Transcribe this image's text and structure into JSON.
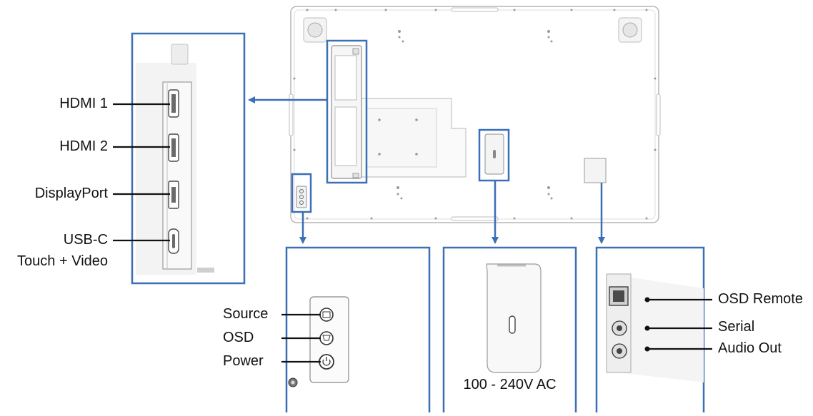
{
  "colors": {
    "callout_blue": "#3b6fb6",
    "outline_gray": "#b5b5b5",
    "panel_gray": "#f3f3f3",
    "leader_black": "#111111"
  },
  "labels": {
    "hdmi1": "HDMI 1",
    "hdmi2": "HDMI 2",
    "displayport": "DisplayPort",
    "usbc_line1": "USB-C",
    "usbc_line2": "Touch + Video",
    "source": "Source",
    "osd": "OSD",
    "power": "Power",
    "power_input": "100 - 240V AC",
    "osd_remote": "OSD Remote",
    "serial": "Serial",
    "audio_out": "Audio Out"
  }
}
